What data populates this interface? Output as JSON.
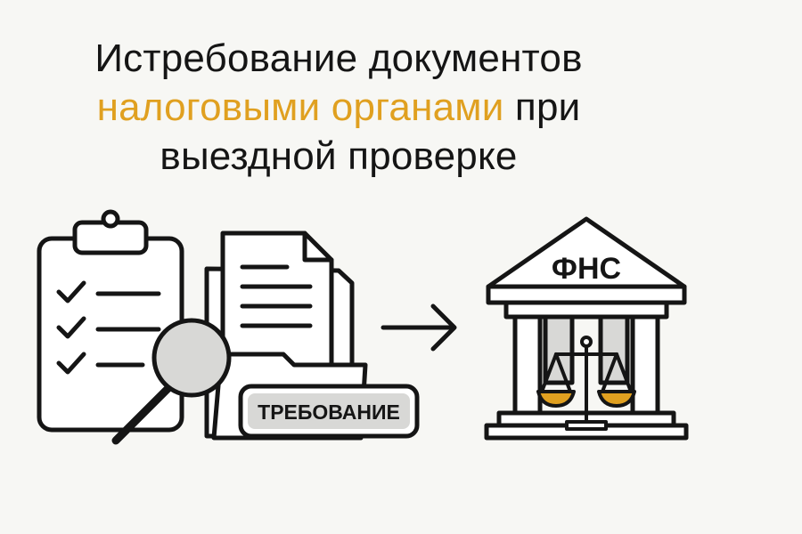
{
  "title": {
    "line1": "Истребование документов",
    "line2_accent": "налоговыми органами",
    "line2_rest": " при",
    "line3": "выездной проверке"
  },
  "documents": {
    "stamp_label": "ТРЕБОВАНИЕ"
  },
  "authority": {
    "roof_label": "ФНС"
  },
  "icons": [
    "clipboard-checklist-icon",
    "magnifier-icon",
    "document-folder-icon",
    "arrow-right-icon",
    "tax-office-building-icon",
    "scales-icon"
  ],
  "colors": {
    "accent": "#e0a020",
    "ink": "#151515",
    "background": "#f7f7f4"
  }
}
